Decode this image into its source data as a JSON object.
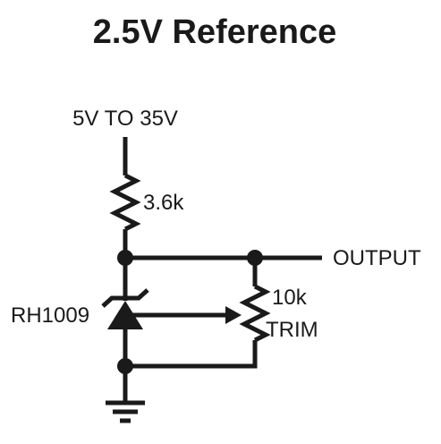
{
  "title": "2.5V Reference",
  "labels": {
    "supply": "5V TO 35V",
    "resistor": "3.6k",
    "output": "OUTPUT",
    "reference_part": "RH1009",
    "trim_value": "10k",
    "trim_name": "TRIM"
  },
  "colors": {
    "ink": "#1a1a1a",
    "background": "#ffffff"
  }
}
